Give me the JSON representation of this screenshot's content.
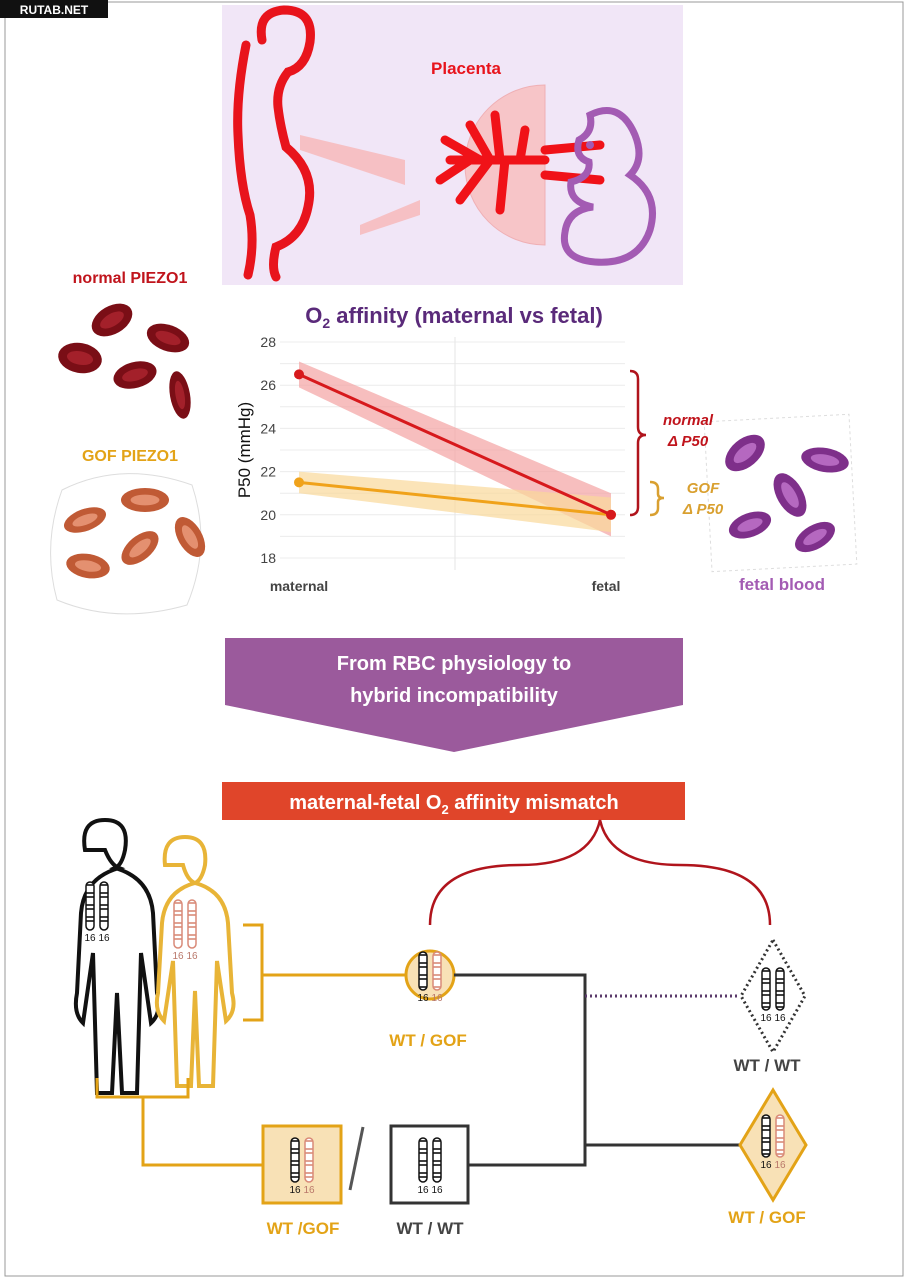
{
  "watermark": "RUTAB.NET",
  "top_panel": {
    "placenta_label": "Placenta"
  },
  "left_panel": {
    "normal_label": "normal PIEZO1",
    "gof_label": "GOF PIEZO1"
  },
  "right_panel": {
    "fetal_label": "fetal blood"
  },
  "chart_data": {
    "type": "line",
    "title": "O2 affinity (maternal vs fetal)",
    "title_main": "O",
    "title_sub": "2",
    "title_rest": " affinity (maternal vs fetal)",
    "ylabel": "P50 (mmHg)",
    "categories": [
      "maternal",
      "fetal"
    ],
    "ylim": [
      18,
      28
    ],
    "yticks": [
      "18",
      "20",
      "22",
      "24",
      "26",
      "28"
    ],
    "grid": true,
    "series": [
      {
        "key": "normal",
        "values": [
          26.5,
          20.0
        ],
        "band_low": [
          25.9,
          19.0
        ],
        "band_high": [
          27.1,
          21.0
        ],
        "color": "#d7191c",
        "band_color": "#f4a3a3"
      },
      {
        "key": "gof",
        "values": [
          21.5,
          20.0
        ],
        "band_low": [
          21.0,
          19.2
        ],
        "band_high": [
          22.0,
          20.8
        ],
        "color": "#f0a21a",
        "band_color": "#f9d89a"
      }
    ],
    "annotations": {
      "normal_line1": "normal",
      "normal_line2": "Δ P50",
      "gof_line1": "GOF",
      "gof_line2": "Δ P50"
    }
  },
  "banner": {
    "line1": "From RBC physiology to",
    "line2": "hybrid incompatibility",
    "color": "#9b5a9c"
  },
  "mismatch": {
    "pre": "maternal-fetal O",
    "sub": "2",
    "post": " affinity mismatch",
    "color": "#e0452a"
  },
  "pedigree": {
    "chrom_number": "16",
    "f1_label": "WT / GOF",
    "backcross_gof_label": "WT /GOF",
    "backcross_wt_label": "WT / WT",
    "offspring_wt_label": "WT / WT",
    "offspring_gof_label": "WT / GOF"
  },
  "colors": {
    "red": "#d7191c",
    "orange": "#e3a317",
    "purple": "#8e44a0",
    "dark": "#333333",
    "lavender": "#f1e6f7"
  }
}
